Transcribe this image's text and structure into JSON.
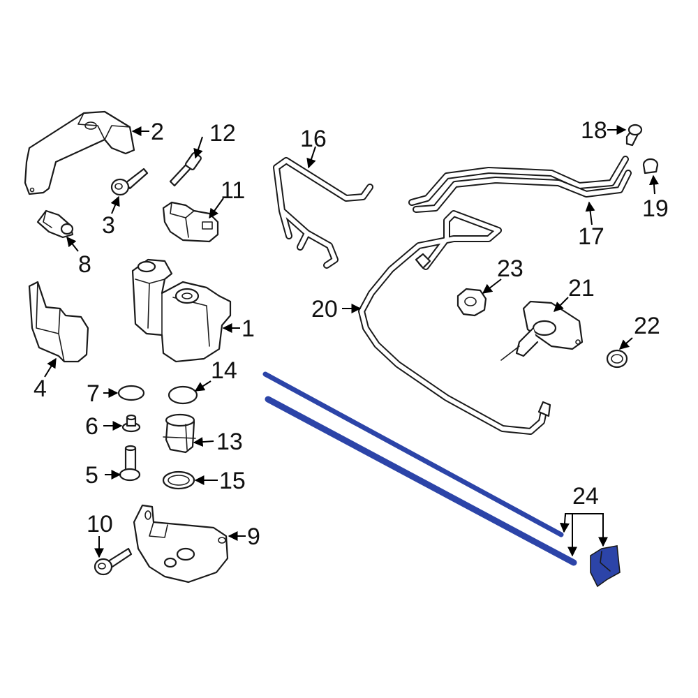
{
  "highlight_color": "#2c44a8",
  "callouts": [
    {
      "id": "1",
      "text": "1"
    },
    {
      "id": "2",
      "text": "2"
    },
    {
      "id": "3",
      "text": "3"
    },
    {
      "id": "4",
      "text": "4"
    },
    {
      "id": "5",
      "text": "5"
    },
    {
      "id": "6",
      "text": "6"
    },
    {
      "id": "7",
      "text": "7"
    },
    {
      "id": "8",
      "text": "8"
    },
    {
      "id": "9",
      "text": "9"
    },
    {
      "id": "10",
      "text": "10"
    },
    {
      "id": "11",
      "text": "11"
    },
    {
      "id": "12",
      "text": "12"
    },
    {
      "id": "13",
      "text": "13"
    },
    {
      "id": "14",
      "text": "14"
    },
    {
      "id": "15",
      "text": "15"
    },
    {
      "id": "16",
      "text": "16"
    },
    {
      "id": "17",
      "text": "17"
    },
    {
      "id": "18",
      "text": "18"
    },
    {
      "id": "19",
      "text": "19"
    },
    {
      "id": "20",
      "text": "20"
    },
    {
      "id": "21",
      "text": "21"
    },
    {
      "id": "22",
      "text": "22"
    },
    {
      "id": "23",
      "text": "23"
    },
    {
      "id": "24",
      "text": "24"
    }
  ]
}
